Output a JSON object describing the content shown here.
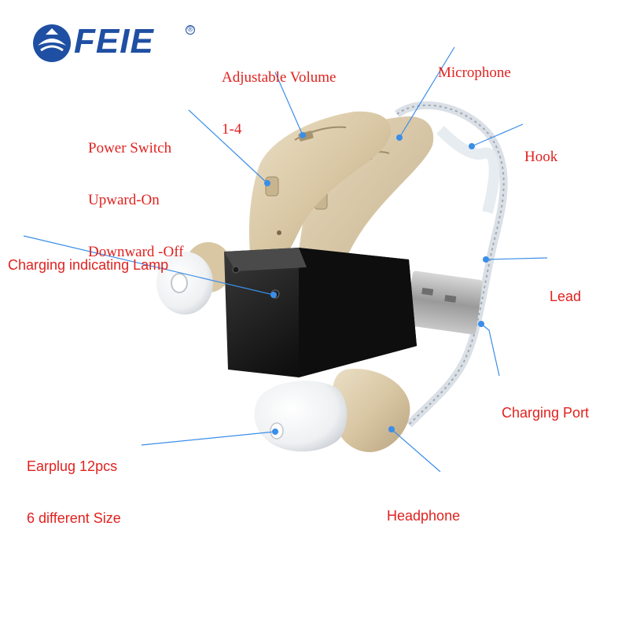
{
  "brand": {
    "name": "FEIE",
    "reg_mark": "®",
    "color": "#1f4fa3"
  },
  "label_color": "#e0221f",
  "line_color": "#3b8ee8",
  "labels": {
    "volume_line1": "Adjustable Volume",
    "volume_line2": "1-4",
    "microphone": "Microphone",
    "power_line1": "Power Switch",
    "power_line2": "Upward-On",
    "power_line3": "Downward -Off",
    "hook": "Hook",
    "charging_lamp": "Charging indicating Lamp",
    "lead": "Lead",
    "charging_port": "Charging Port",
    "earplug_line1": "Earplug 12pcs",
    "earplug_line2": "6 different Size",
    "headphone": "Headphone"
  }
}
